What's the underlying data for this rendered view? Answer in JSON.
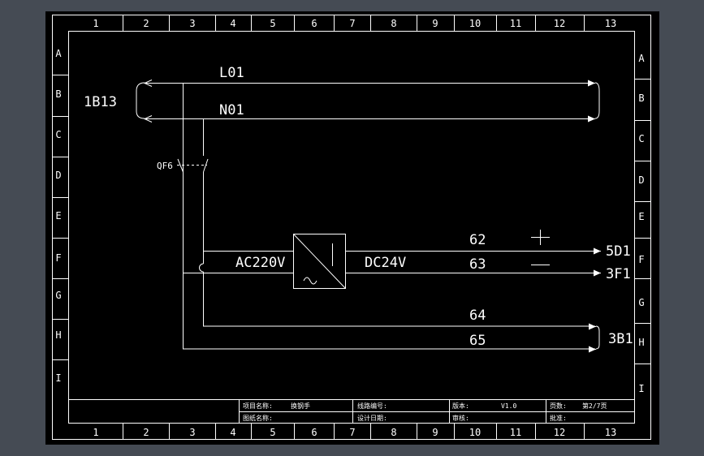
{
  "colors": {
    "background": "#454b54",
    "sheet": "#000000",
    "line": "#ffffff"
  },
  "grid": {
    "columns": [
      "1",
      "2",
      "3",
      "4",
      "5",
      "6",
      "7",
      "8",
      "9",
      "10",
      "11",
      "12",
      "13"
    ],
    "rows": [
      "A",
      "B",
      "C",
      "D",
      "E",
      "F",
      "G",
      "H",
      "I"
    ]
  },
  "schematic": {
    "bus_ref": "1B13",
    "line_l": "L01",
    "line_n": "N01",
    "breaker": "QF6",
    "input_voltage": "AC220V",
    "output_voltage": "DC24V",
    "wire_62": "62",
    "wire_63": "63",
    "wire_64": "64",
    "wire_65": "65",
    "plus": "+",
    "minus": "—",
    "dest_5d1": "5D1",
    "dest_3f1": "3F1",
    "dest_3b1": "3B1"
  },
  "title_block": {
    "project_name_label": "项目名称:",
    "project_name_value": "换钢手",
    "drawing_name_label": "图纸名称:",
    "drawing_no_label": "线路编号:",
    "design_date_label": "设计日期:",
    "version_label": "版本:",
    "version_value": "V1.0",
    "review_label": "审核:",
    "page_label": "页数:",
    "page_value": "第2/7页",
    "approve_label": "批准:"
  }
}
